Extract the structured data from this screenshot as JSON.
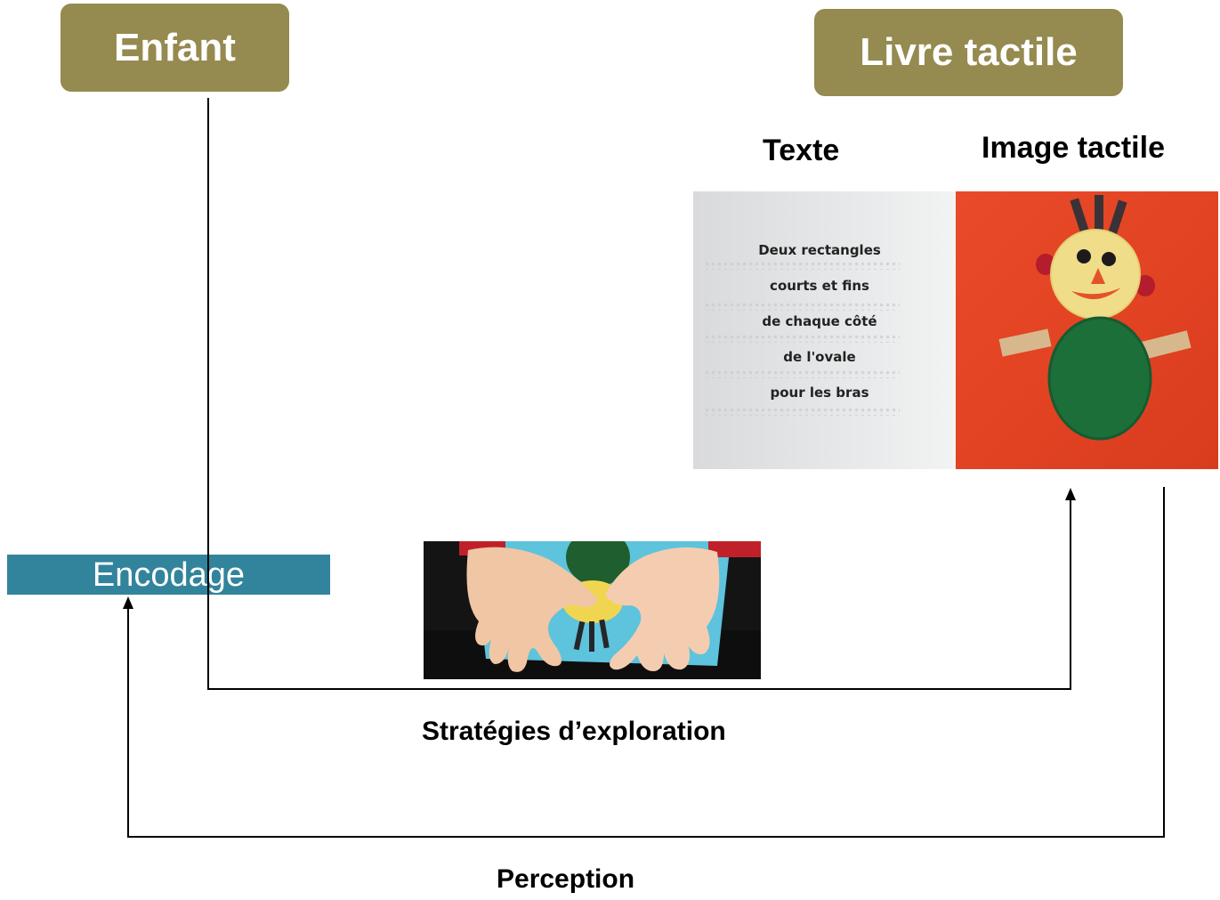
{
  "nodes": {
    "enfant": "Enfant",
    "livre_tactile": "Livre tactile",
    "encodage": "Encodage"
  },
  "labels": {
    "texte": "Texte",
    "image_tactile": "Image tactile",
    "strategies": "Stratégies d’exploration",
    "perception": "Perception"
  },
  "book_page_text": [
    "Deux rectangles",
    "courts et fins",
    "de chaque côté",
    "de l'ovale",
    "pour les bras"
  ],
  "colors": {
    "olive": "#958a4f",
    "teal": "#31849b",
    "line": "#000000"
  },
  "photos": {
    "book": "tactile-book-photo",
    "hands": "child-hands-exploring-photo"
  }
}
